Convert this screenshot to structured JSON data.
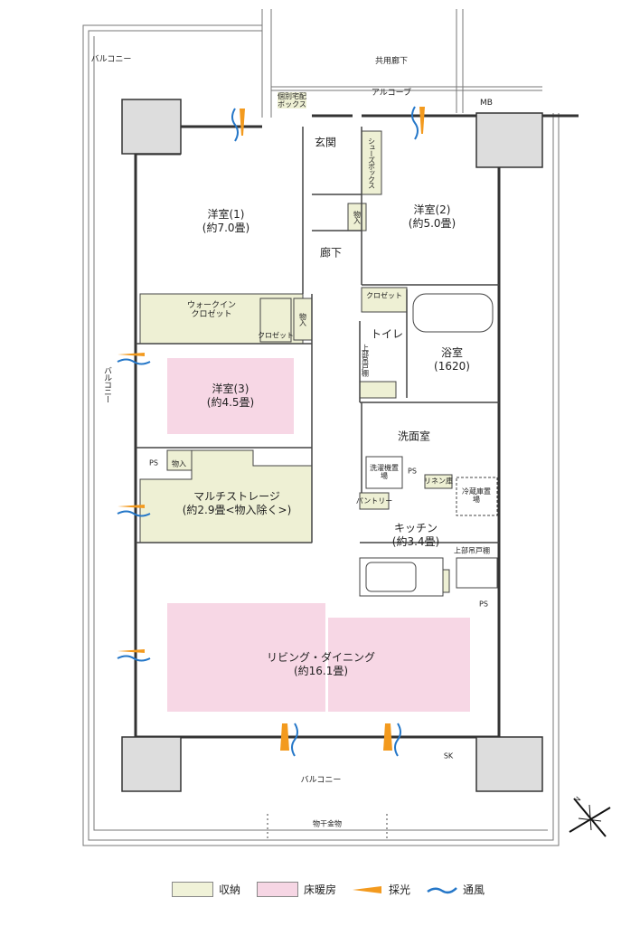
{
  "rooms": {
    "western1": {
      "name": "洋室(1)",
      "size": "(約7.0畳)"
    },
    "western2": {
      "name": "洋室(2)",
      "size": "(約5.0畳)"
    },
    "western3": {
      "name": "洋室(3)",
      "size": "(約4.5畳)"
    },
    "multi_storage": {
      "name": "マルチストレージ",
      "size": "(約2.9畳<物入除く>)"
    },
    "kitchen": {
      "name": "キッチン",
      "size": "(約3.4畳)"
    },
    "living": {
      "name": "リビング・ダイニング",
      "size": "(約16.1畳)"
    },
    "bath": {
      "name": "浴室",
      "size": "(1620)"
    },
    "washroom": "洗面室",
    "toilet": "トイレ",
    "entrance": "玄関",
    "hallway": "廊下"
  },
  "storage": {
    "walk_in": "ウォークイン\nクロゼット",
    "closet": "クロゼット",
    "closet2": "クロゼット",
    "monoire": "物入",
    "monoire2": "物入",
    "monoire3": "物入",
    "shoebox": "シューズボックス",
    "pantry": "パントリー",
    "linen": "リネン庫",
    "toilet_cabinet": "上部吊戸棚",
    "kitchen_cabinet": "上部吊戸棚",
    "washer": "洗濯機置場",
    "fridge": "冷蔵庫置場"
  },
  "labels": {
    "balcony_top": "バルコニー",
    "balcony_left": "バルコニー",
    "balcony_bottom": "バルコニー",
    "common_corridor": "共用廊下",
    "alcove": "アルコーブ",
    "mb": "MB",
    "delivery_box": "個別宅配\nボックス",
    "ps1": "PS",
    "ps2": "PS",
    "ps3": "PS",
    "sk": "SK",
    "drying": "物干金物",
    "compass": "N"
  },
  "legend": [
    {
      "label": "収納",
      "color": "#f0f2d8"
    },
    {
      "label": "床暖房",
      "color": "#f6d6e4"
    },
    {
      "label": "採光",
      "color": "#f39a1e"
    },
    {
      "label": "通風",
      "color": "#2577c8"
    }
  ]
}
